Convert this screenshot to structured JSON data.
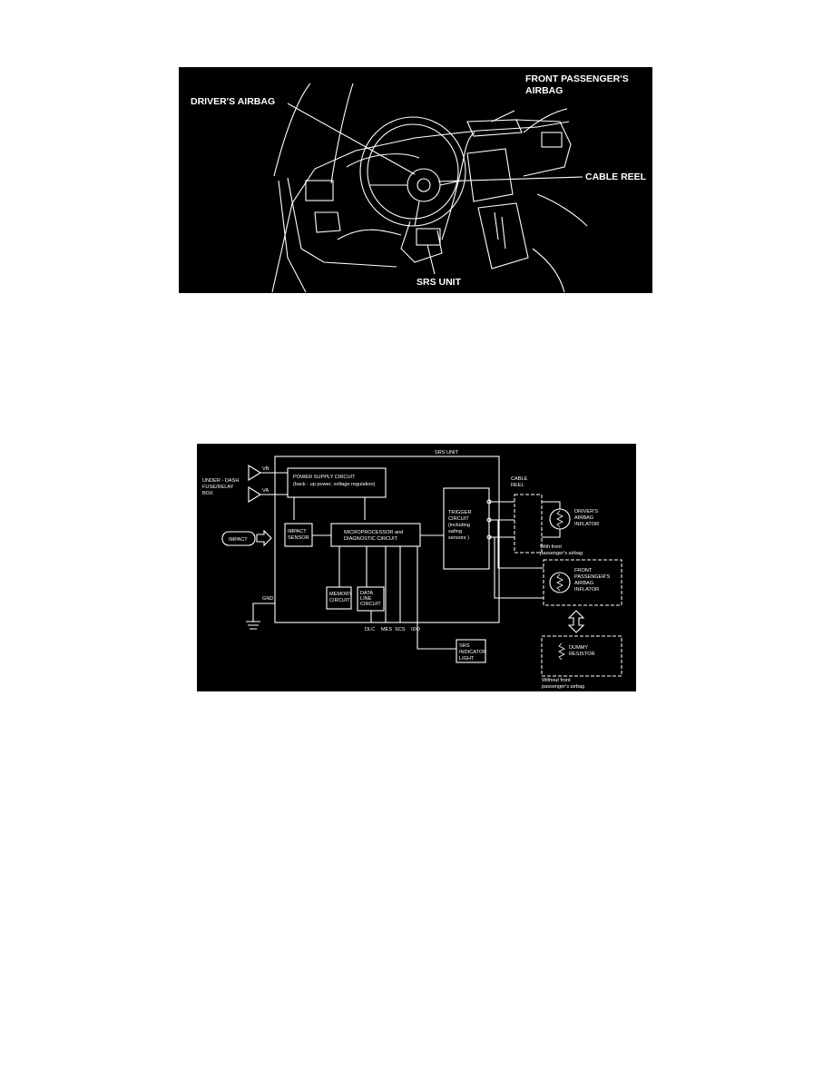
{
  "figure1": {
    "callouts": {
      "driver_airbag": "DRIVER'S AIRBAG",
      "passenger_airbag_line1": "FRONT PASSENGER'S",
      "passenger_airbag_line2": "AIRBAG",
      "cable_reel": "CABLE REEL",
      "srs_unit": "SRS UNIT"
    }
  },
  "figure2": {
    "srs_unit_title": "SRS UNIT",
    "fuse_box_line1": "UNDER - DASH",
    "fuse_box_line2": "FUSE/RELAY",
    "fuse_box_line3": "BOX",
    "terminals": {
      "vb": "VB",
      "va": "VA",
      "gnd": "GND"
    },
    "power_supply_line1": "POWER SUPPLY CIRCUIT",
    "power_supply_line2": "(back - up power, voltage regulation)",
    "impact": "IMPACT",
    "impact_sensor_line1": "IMPACT",
    "impact_sensor_line2": "SENSOR",
    "micro_line1": "MICROPROCESSOR and",
    "micro_line2": "DIAGNOSTIC CIRCUIT",
    "trigger_line1": "TRIGGER",
    "trigger_line2": "CIRCUIT",
    "trigger_line3": "(including",
    "trigger_line4": "safing",
    "trigger_line5": "sensors )",
    "memory_line1": "MEMORY",
    "memory_line2": "CIRCUIT",
    "dataline_line1": "DATA",
    "dataline_line2": "LINE",
    "dataline_line3": "CIRCUIT",
    "pins": {
      "dlc": "DLC",
      "mes": "MES",
      "scs": "SCS",
      "ido": "IDO"
    },
    "cable_reel_line1": "CABLE",
    "cable_reel_line2": "REEL",
    "driver_inflator_line1": "DRIVER'S",
    "driver_inflator_line2": "AIRBAG",
    "driver_inflator_line3": "INFLATOR",
    "with_passenger_line1": "With front",
    "with_passenger_line2": "passenger's airbag",
    "passenger_inflator_line1": "FRONT",
    "passenger_inflator_line2": "PASSENGER'S",
    "passenger_inflator_line3": "AIRBAG",
    "passenger_inflator_line4": "INFLATOR",
    "indicator_line1": "SRS",
    "indicator_line2": "INDICATOR",
    "indicator_line3": "LIGHT",
    "dummy_line1": "DUMMY",
    "dummy_line2": "RESISTOR",
    "without_passenger_line1": "Without front",
    "without_passenger_line2": "passenger's airbag"
  }
}
